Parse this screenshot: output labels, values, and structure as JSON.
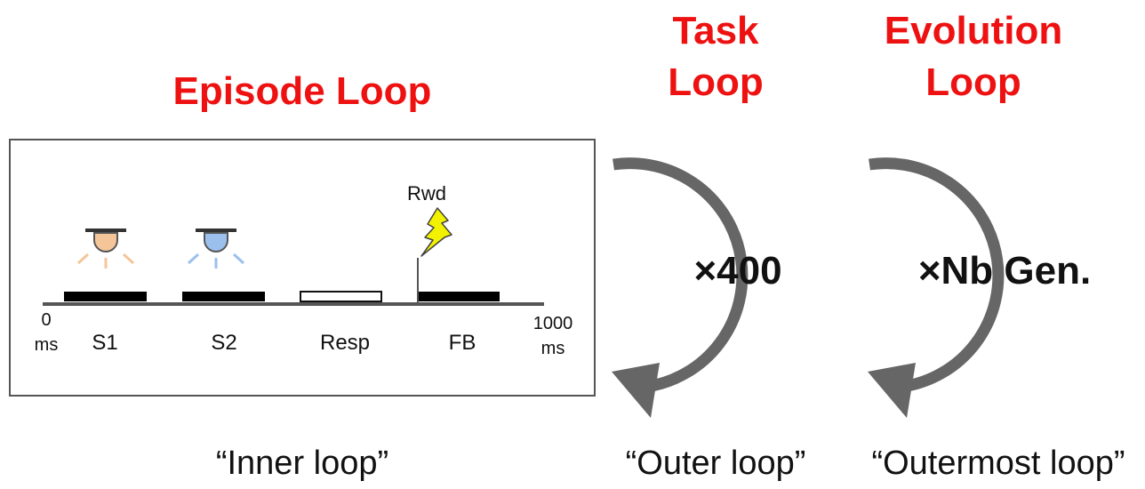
{
  "titles": {
    "episode": "Episode Loop",
    "task_line1": "Task",
    "task_line2": "Loop",
    "evolution_line1": "Evolution",
    "evolution_line2": "Loop"
  },
  "timeline": {
    "start_value": "0",
    "start_unit": "ms",
    "end_value": "1000",
    "end_unit": "ms",
    "phases": [
      "S1",
      "S2",
      "Resp",
      "FB"
    ],
    "reward_label": "Rwd"
  },
  "loops": {
    "task_multiplier": "×400",
    "evolution_multiplier": "×Nb Gen."
  },
  "captions": {
    "inner": "“Inner loop”",
    "outer": "“Outer loop”",
    "outermost": "“Outermost loop”"
  },
  "colors": {
    "title": "#ee1111",
    "loop_arrow": "#666666",
    "lamp_orange": "#f5c59a",
    "lamp_blue": "#9cc0ee",
    "reward_bolt": "#f2f200"
  }
}
